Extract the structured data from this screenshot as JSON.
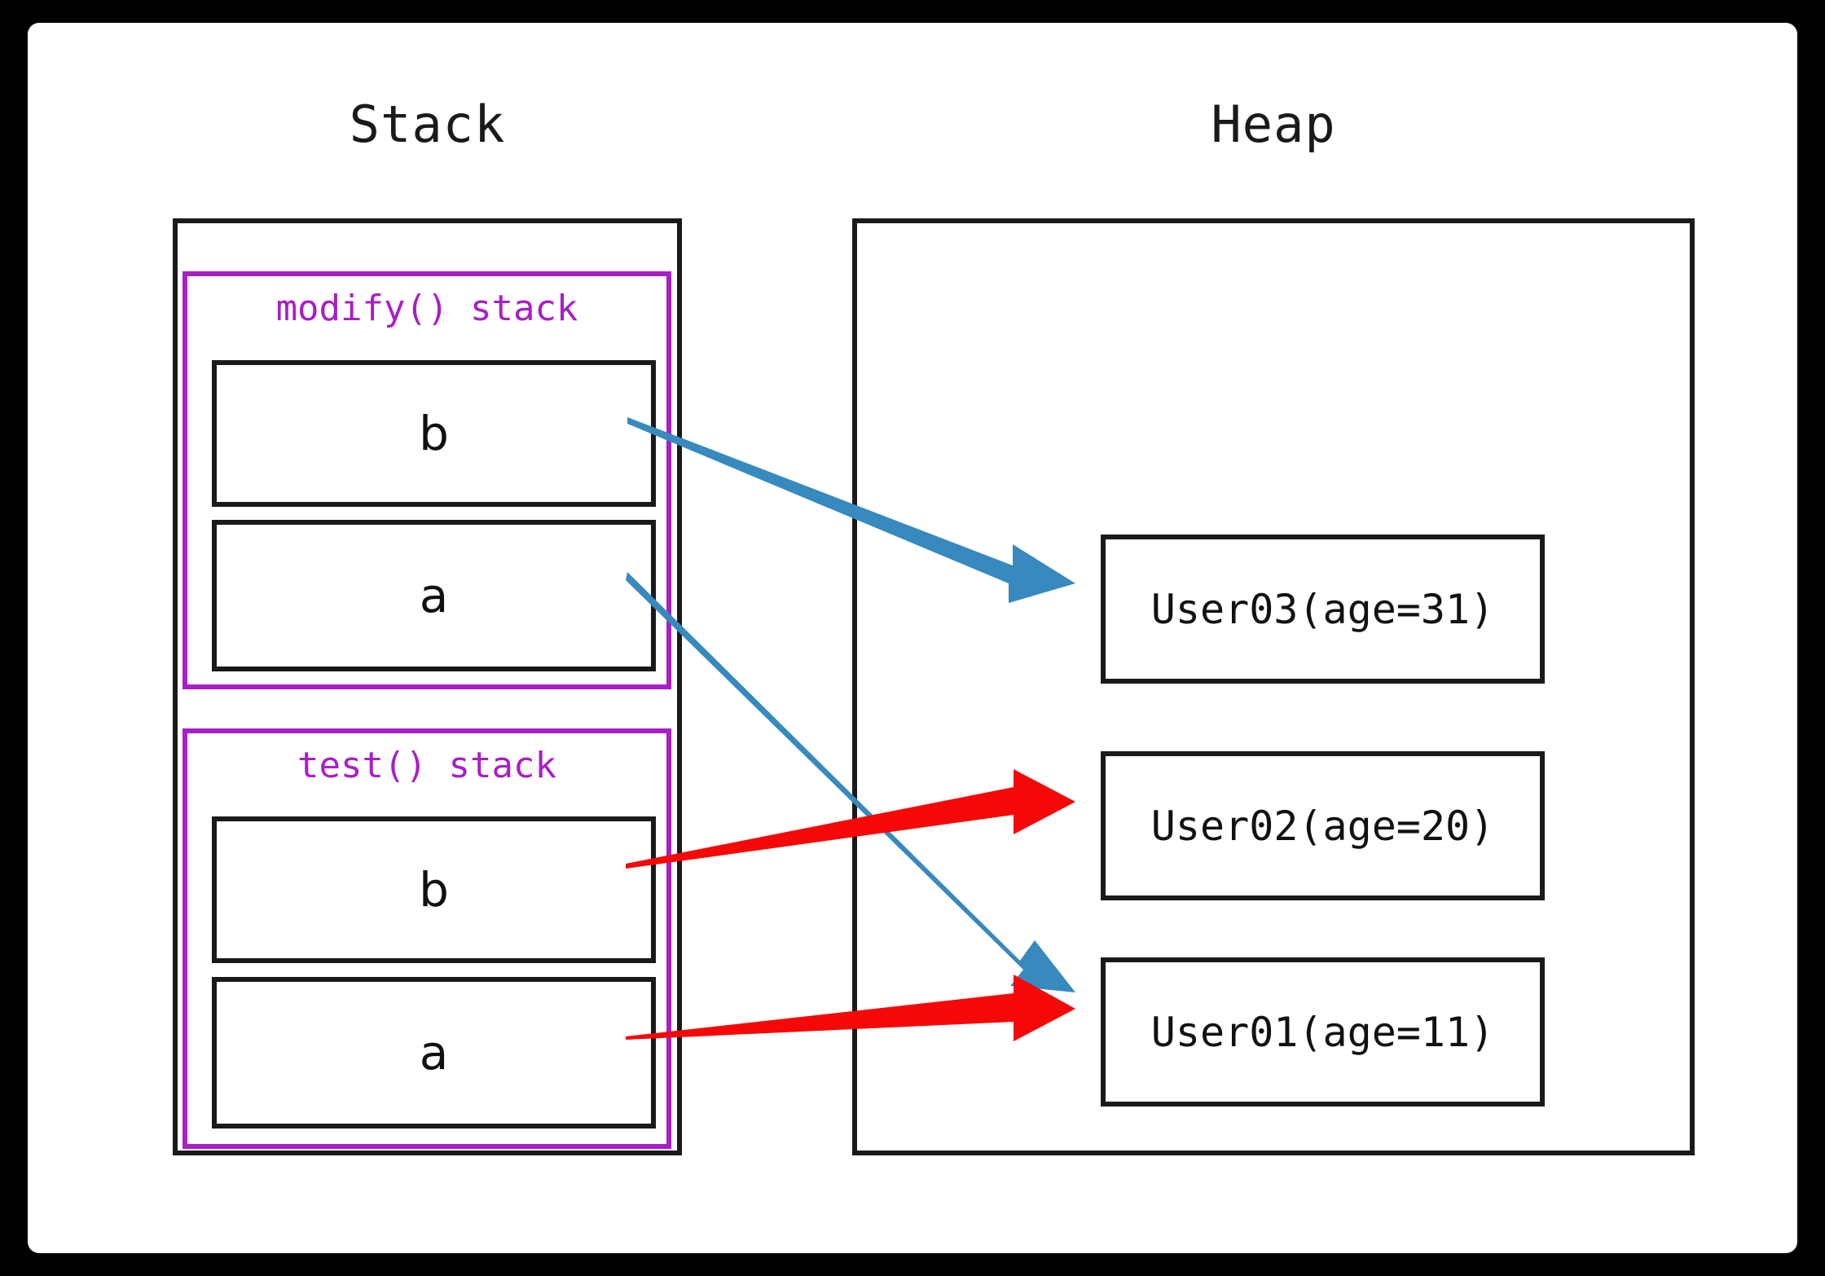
{
  "diagram": {
    "title_stack": "Stack",
    "title_heap": "Heap",
    "stack": {
      "frames": [
        {
          "label": "modify() stack",
          "slots": [
            {
              "name": "b",
              "points_to": "User03(age=31)",
              "arrow_color": "#3789be"
            },
            {
              "name": "a",
              "points_to": "User01(age=11)",
              "arrow_color": "#3789be"
            }
          ]
        },
        {
          "label": "test() stack",
          "slots": [
            {
              "name": "b",
              "points_to": "User02(age=20)",
              "arrow_color": "#f50808"
            },
            {
              "name": "a",
              "points_to": "User01(age=11)",
              "arrow_color": "#f50808"
            }
          ]
        }
      ]
    },
    "heap": {
      "objects": [
        {
          "label": "User03(age=31)"
        },
        {
          "label": "User02(age=20)"
        },
        {
          "label": "User01(age=11)"
        }
      ]
    },
    "colors": {
      "frame_purple": "#a81fc6",
      "arrow_blue": "#3789be",
      "arrow_red": "#f50808",
      "outline_black": "#1a1a1a",
      "canvas_white": "#ffffff",
      "border_black": "#000000"
    }
  }
}
